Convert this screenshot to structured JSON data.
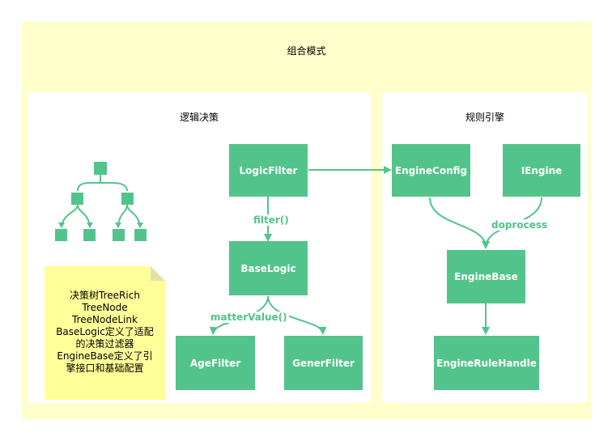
{
  "diagram": {
    "outer_title": "组合模式",
    "left_panel_title": "逻辑决策",
    "right_panel_title": "规则引擎",
    "nodes": {
      "logic_filter": "LogicFilter",
      "base_logic": "BaseLogic",
      "age_filter": "AgeFilter",
      "gener_filter": "GenerFilter",
      "engine_config": "EngineConfig",
      "iengine": "IEngine",
      "engine_base": "EngineBase",
      "engine_rule_handle": "EngineRuleHandle"
    },
    "edge_labels": {
      "filter": "filter()",
      "matter_value": "matterValue()",
      "doprocess": "doprocess"
    },
    "note": {
      "lines": [
        "决策树TreeRich",
        "TreeNode",
        "TreeNodeLink",
        "BaseLogic定义了适配",
        "的决策过滤器",
        "EngineBase定义了引",
        "擎接口和基础配置"
      ]
    },
    "colors": {
      "node_fill": "#52c48b",
      "background": "#ffffcc",
      "panel": "#ffffff",
      "note_fill": "#ffff99",
      "edge": "#52c48b"
    }
  }
}
